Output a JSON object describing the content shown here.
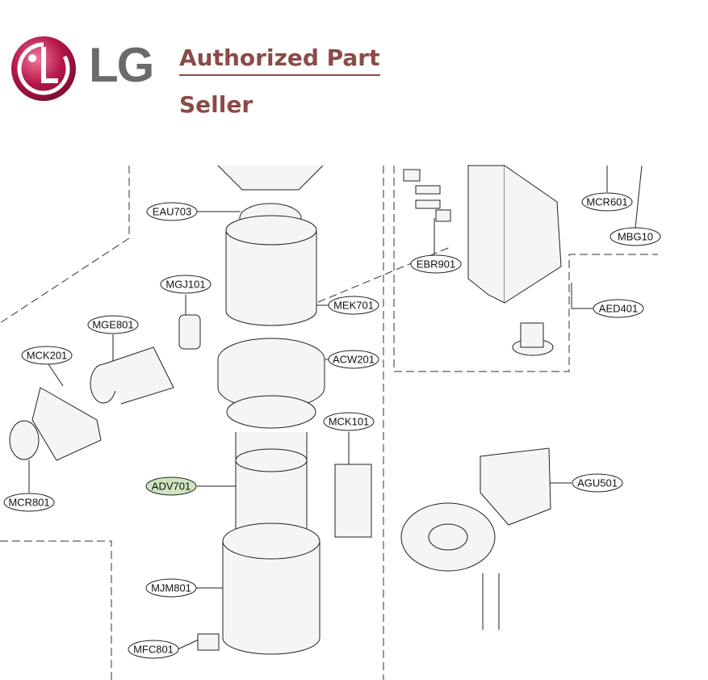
{
  "brand": {
    "logo_text": "LG",
    "tagline_line1": "Authorized Part",
    "tagline_line2": "Seller",
    "colors": {
      "logo_red": "#b5174a",
      "logo_grey": "#6b6b6b",
      "tagline": "#8a4b47"
    }
  },
  "parts": {
    "eau703": "EAU703",
    "mgj101": "MGJ101",
    "mge801": "MGE801",
    "mck201": "MCK201",
    "mcr801": "MCR801",
    "mek701": "MEK701",
    "acw201": "ACW201",
    "mck101": "MCK101",
    "adv701": "ADV701",
    "mjm801": "MJM801",
    "mfc801": "MFC801",
    "ebr901": "EBR901",
    "mcr601": "MCR601",
    "mbg10": "MBG10",
    "aed401": "AED401",
    "agu501": "AGU501"
  },
  "colors": {
    "highlight": "#cfe3c0",
    "line": "#222222"
  }
}
